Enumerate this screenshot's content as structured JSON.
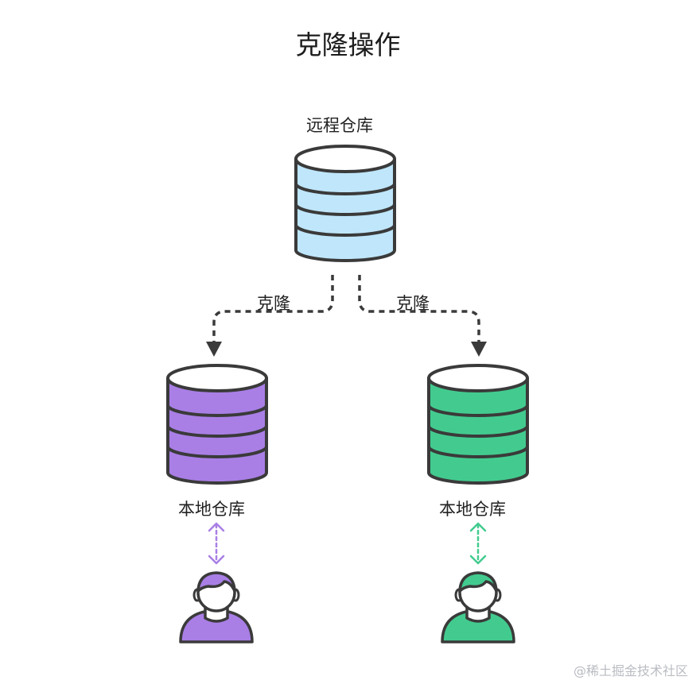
{
  "title": "克隆操作",
  "remote": {
    "label": "远程仓库",
    "fill": "#bfe6fb"
  },
  "edges": [
    {
      "label": "克隆"
    },
    {
      "label": "克隆"
    }
  ],
  "local_left": {
    "label": "本地仓库",
    "fill": "#a97fe6",
    "arrow_color": "#a97fe6"
  },
  "local_right": {
    "label": "本地仓库",
    "fill": "#43cb8f",
    "arrow_color": "#43cb8f"
  },
  "user_left": {
    "icon": "user-icon",
    "fill": "#a97fe6"
  },
  "user_right": {
    "icon": "user-icon",
    "fill": "#43cb8f"
  },
  "stroke_color": "#3a3a3a",
  "watermark": "@稀土掘金技术社区"
}
